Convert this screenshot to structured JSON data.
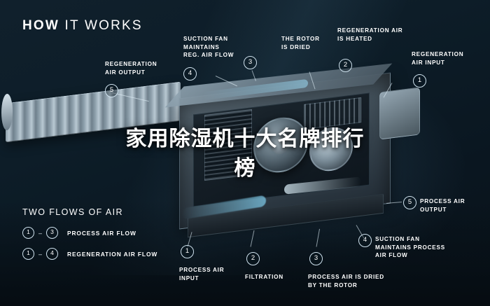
{
  "title": {
    "lead": "HOW",
    "rest": "IT WORKS"
  },
  "overlay": {
    "line1": "家用除湿机十大名牌排行",
    "line2": "榜"
  },
  "callouts": [
    {
      "id": "c1",
      "marker": "5",
      "text": "REGENERATION\nAIR OUTPUT"
    },
    {
      "id": "c2",
      "marker": "4",
      "text": "SUCTION FAN\nMAINTAINS\nREG. AIR FLOW"
    },
    {
      "id": "c3",
      "marker": "3",
      "text": "THE ROTOR\nIS DRIED"
    },
    {
      "id": "c4",
      "marker": "2",
      "text": "REGENERATION AIR\nIS HEATED"
    },
    {
      "id": "c5",
      "marker": "1",
      "text": "REGENERATION\nAIR INPUT"
    },
    {
      "id": "c6",
      "marker": "5",
      "text": "PROCESS AIR\nOUTPUT"
    },
    {
      "id": "c7",
      "marker": "4",
      "text": "SUCTION FAN\nMAINTAINS PROCESS\nAIR FLOW"
    },
    {
      "id": "c8",
      "marker": "3",
      "text": "PROCESS AIR IS DRIED\nBY THE ROTOR"
    },
    {
      "id": "c9",
      "marker": "2",
      "text": "FILTRATION"
    },
    {
      "id": "c10",
      "marker": "1",
      "text": "PROCESS AIR\nINPUT"
    }
  ],
  "legend": {
    "title": "TWO FLOWS OF AIR",
    "rows": [
      {
        "from": "1",
        "to": "3",
        "label": "PROCESS AIR FLOW"
      },
      {
        "from": "1",
        "to": "4",
        "label": "REGENERATION AIR FLOW"
      }
    ],
    "dash": "–"
  },
  "colors": {
    "background": "#0c1c27",
    "accent": "#7dc8e6",
    "text": "#ffffff"
  }
}
